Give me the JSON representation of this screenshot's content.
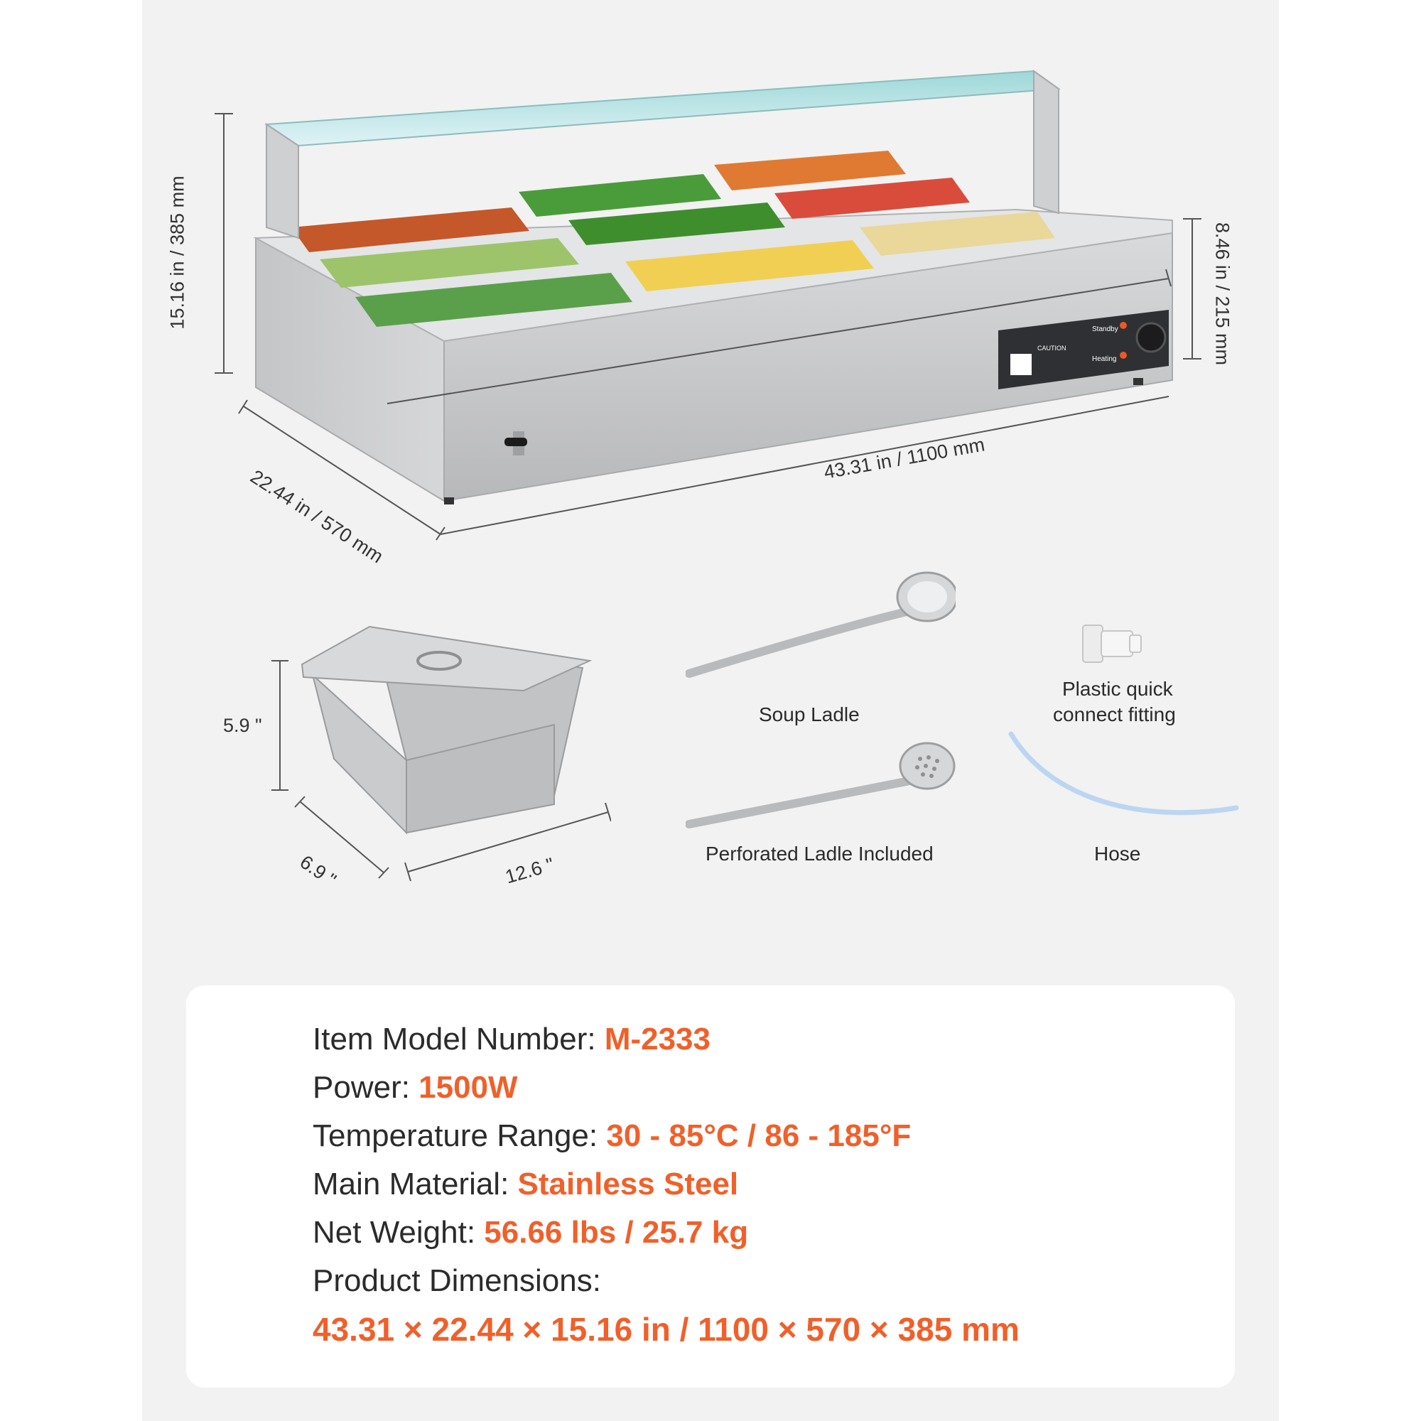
{
  "dimensions": {
    "height_total": "15.16 in / 385 mm",
    "height_base": "8.46 in / 215 mm",
    "length": "43.31 in / 1100 mm",
    "depth": "22.44 in / 570 mm",
    "pan_height": "5.9 \"",
    "pan_width": "6.9 \"",
    "pan_length": "12.6 \""
  },
  "control_panel": {
    "standby": "Standby",
    "heating": "Heating",
    "caution": "CAUTION"
  },
  "accessories": [
    {
      "label": "Soup Ladle"
    },
    {
      "label": "Perforated Ladle Included"
    },
    {
      "label_line1": "Plastic quick",
      "label_line2": "connect fitting"
    },
    {
      "label": "Hose"
    }
  ],
  "specs": {
    "model_label": "Item Model Number: ",
    "model_value": "M-2333",
    "power_label": "Power: ",
    "power_value": "1500W",
    "temp_label": "Temperature Range: ",
    "temp_value": "30 - 85°C / 86 - 185°F",
    "material_label": "Main Material: ",
    "material_value": "Stainless Steel",
    "weight_label": "Net Weight: ",
    "weight_value": "56.66 lbs / 25.7 kg",
    "dims_label": "Product Dimensions:",
    "dims_value": "43.31 × 22.44 × 15.16 in / 1100 × 570 × 385 mm"
  },
  "colors": {
    "accent": "#f0602a",
    "background": "#f2f2f2",
    "card": "#ffffff",
    "steel": "#c9cacc",
    "glass": "#bfe6ea"
  }
}
